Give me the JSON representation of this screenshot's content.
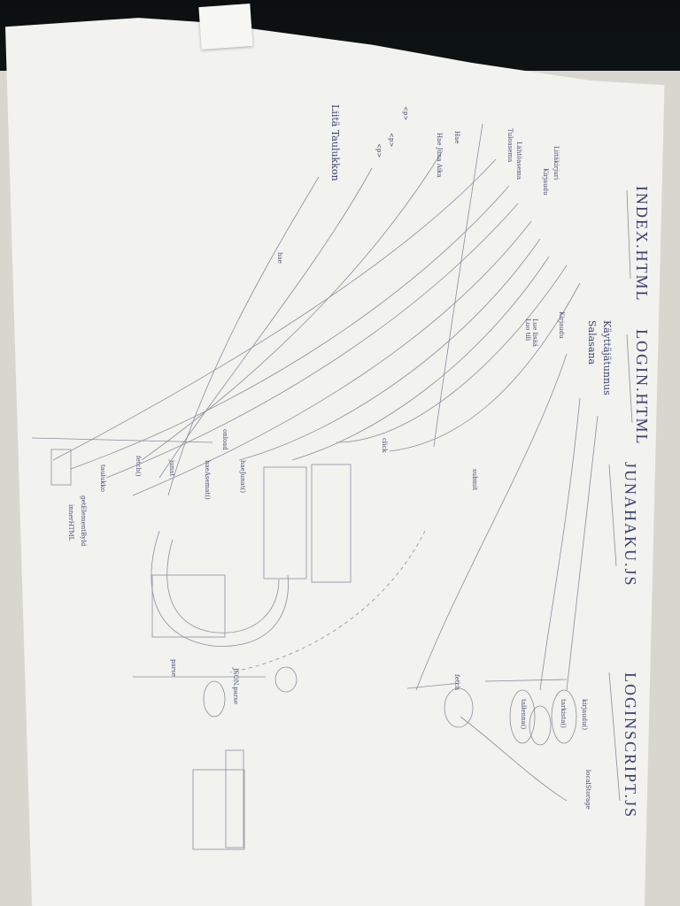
{
  "headings": {
    "index_html": "INDEX.HTML",
    "login_html": "LOGIN.HTML",
    "junahaku_js": "JUNAHAKU.JS",
    "loginscript_js": "LOGINSCRIPT.JS"
  },
  "index_notes": {
    "item1": "Lue lisää",
    "item2": "Kirjaudu",
    "item3": "Liitäkirjuri",
    "item4": "Lähtöasema",
    "item5": "Tuloasema",
    "item6": "Hae",
    "item7": "Hae Juna Aika",
    "item8": "Liitä Taulukkon",
    "item9": "<p>",
    "item10": "<p>",
    "item11": "<p>"
  },
  "login_notes": {
    "item1": "Käyttäjätunnus",
    "item2": "Salasana",
    "item3": "Kirjaudu",
    "item4": "Luo tili"
  },
  "junahaku_notes": {
    "func1": "haeJunat()",
    "func2": "haeAsemat()",
    "func3": "fetch()",
    "func4": "junat",
    "func5": "taulukko",
    "func6": "getElementById",
    "func7": "innerHTML"
  },
  "loginscript_notes": {
    "func1": "kirjaudu()",
    "func2": "localStorage",
    "func3": "tarkista()",
    "func4": "tallenna()"
  },
  "misc_notes": {
    "note1": "onload",
    "note2": "hae",
    "note3": "click",
    "note4": "submit",
    "note5": "JSON.parse",
    "note6": "parse",
    "note7": "fetch"
  }
}
